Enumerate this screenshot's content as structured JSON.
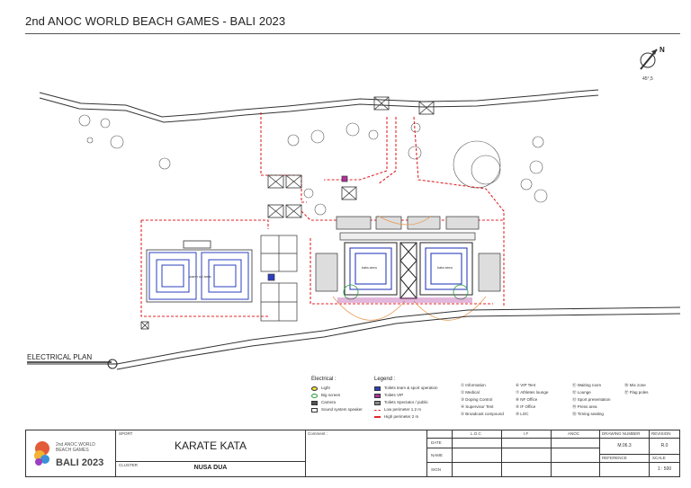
{
  "title": "2nd ANOC WORLD BEACH GAMES - BALI 2023",
  "compass": {
    "north_label": "N",
    "angle_label": "45°,5"
  },
  "plan": {
    "electrical_plan_label": "ELECTRICAL PLAN",
    "court_label_left": "kata area",
    "court_label_right": "kata area",
    "warmup_label": "warm up area"
  },
  "legend": {
    "electrical_title": "Electrical :",
    "electrical_items": [
      "Light",
      "Big screen",
      "Camera",
      "Sound system speaker"
    ],
    "legend_title": "Legend :",
    "legend_items": [
      "Toilets team & sport operation",
      "Toilets VIP",
      "Toilets Spectator / public",
      "Low perimeter 1.2 m",
      "High perimeter 2 m"
    ],
    "numbered_col1": [
      "Information",
      "Medical",
      "Doping Control",
      "Supervisor Tent",
      "Broadcast compound"
    ],
    "numbered_col2": [
      "VIP Tent",
      "Athletes lounge",
      "NF Office",
      "IF Office",
      "LOC"
    ],
    "numbered_col3": [
      "Waiting room",
      "Lounge",
      "Sport presentation",
      "Press area",
      "Timing seating"
    ],
    "numbered_col4": [
      "Mix zone",
      "Flag poles"
    ]
  },
  "colors": {
    "perimeter": "#e0262a",
    "court": "#2b3fbf",
    "vip": "#b0329a",
    "arc": "#e89a55"
  },
  "title_block": {
    "logo_line1": "2nd ANOC WORLD",
    "logo_line2": "BEACH GAMES",
    "logo_big": "BALI 2023",
    "sport_label": "SPORT",
    "sport_value": "KARATE KATA",
    "cluster_label": "CLUSTER",
    "cluster_value": "NUSA DUA",
    "comment_label": "Comment :",
    "date_label": "DATE",
    "name_label": "NAME",
    "sign_label": "SIGN",
    "loc_label": "L.O.C",
    "if_label": "I.F",
    "anoc_label": "ANOC",
    "drawing_number_label": "DRAWING NUMBER",
    "drawing_number_value": "M.06.3",
    "revision_label": "REVISION",
    "revision_value": "R.0",
    "reference_label": "REFERENCE",
    "scale_label": "SCALE",
    "scale_value": "1 : 500"
  }
}
